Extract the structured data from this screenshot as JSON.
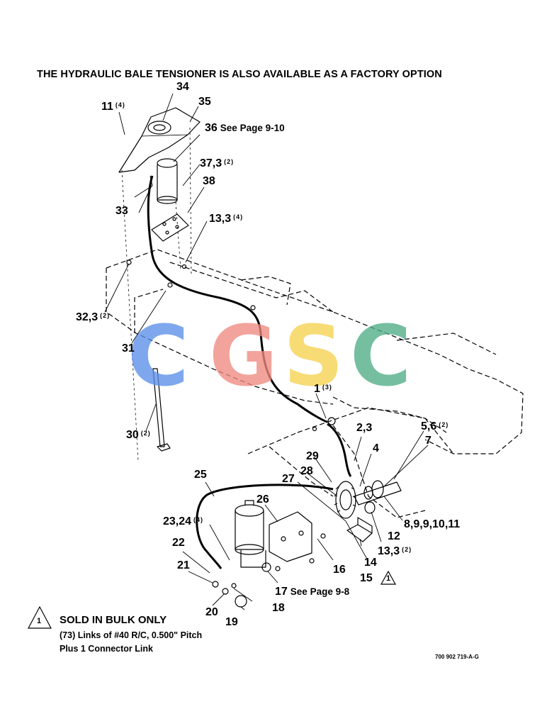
{
  "title": "THE HYDRAULIC BALE TENSIONER IS ALSO AVAILABLE AS A FACTORY OPTION",
  "watermark": {
    "letters": [
      {
        "char": "C",
        "color": "#5b8fe8"
      },
      {
        "char": "G",
        "color": "#ef8a80"
      },
      {
        "char": "S",
        "color": "#f6d24e"
      },
      {
        "char": "C",
        "color": "#4fae86"
      }
    ]
  },
  "callouts": [
    {
      "id": "34",
      "qty": ""
    },
    {
      "id": "11",
      "qty": "(4)"
    },
    {
      "id": "35",
      "qty": ""
    },
    {
      "id": "36",
      "qty": "",
      "note": "See Page 9-10"
    },
    {
      "id": "37,3",
      "qty": "(2)"
    },
    {
      "id": "38",
      "qty": ""
    },
    {
      "id": "33",
      "qty": ""
    },
    {
      "id": "13,3",
      "qty": "(4)"
    },
    {
      "id": "32,3",
      "qty": "(2)"
    },
    {
      "id": "31",
      "qty": ""
    },
    {
      "id": "30",
      "qty": "(2)"
    },
    {
      "id": "1",
      "qty": "(3)"
    },
    {
      "id": "2,3",
      "qty": ""
    },
    {
      "id": "5,6",
      "qty": "(2)"
    },
    {
      "id": "7",
      "qty": ""
    },
    {
      "id": "4",
      "qty": ""
    },
    {
      "id": "29",
      "qty": ""
    },
    {
      "id": "28",
      "qty": ""
    },
    {
      "id": "27",
      "qty": ""
    },
    {
      "id": "25",
      "qty": ""
    },
    {
      "id": "26",
      "qty": ""
    },
    {
      "id": "23,24",
      "qty": "(4)"
    },
    {
      "id": "22",
      "qty": ""
    },
    {
      "id": "21",
      "qty": ""
    },
    {
      "id": "20",
      "qty": ""
    },
    {
      "id": "19",
      "qty": ""
    },
    {
      "id": "18",
      "qty": ""
    },
    {
      "id": "17",
      "qty": "",
      "note": "See Page 9-8"
    },
    {
      "id": "16",
      "qty": ""
    },
    {
      "id": "15",
      "qty": ""
    },
    {
      "id": "14",
      "qty": ""
    },
    {
      "id": "13,3",
      "qty": "(2)"
    },
    {
      "id": "12",
      "qty": ""
    },
    {
      "id": "8,9,9,10,11",
      "qty": ""
    }
  ],
  "bulk_note": {
    "marker": "1",
    "heading": "SOLD IN BULK ONLY",
    "line1": "(73) Links of #40 R/C, 0.500\" Pitch",
    "line2": "Plus 1 Connector Link"
  },
  "part_number": "700 902 719-A-G"
}
